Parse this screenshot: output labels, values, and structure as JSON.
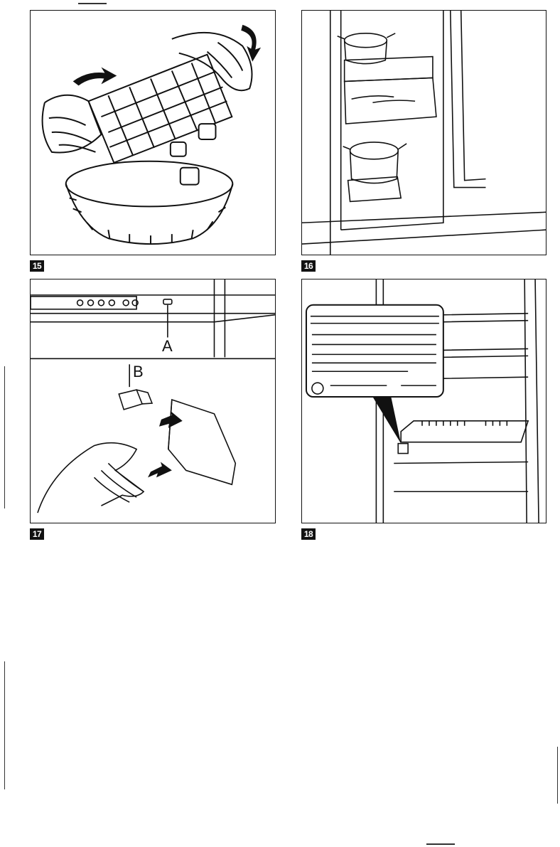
{
  "figures": [
    {
      "number": "15"
    },
    {
      "number": "16"
    },
    {
      "number": "17",
      "labels": [
        "A",
        "B"
      ]
    },
    {
      "number": "18"
    }
  ]
}
